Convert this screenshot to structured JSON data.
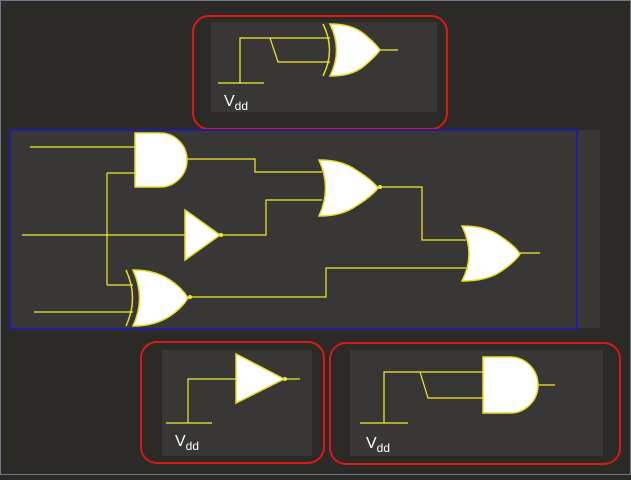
{
  "labels": {
    "vdd_main": "V",
    "vdd_sub": "dd"
  },
  "colors": {
    "background": "#2b2a26",
    "panel": "#383735",
    "wire": "#f4e832",
    "gate_fill": "#ffffff",
    "gate_stroke": "#e8dc2a",
    "highlight_red": "#d81a1a",
    "highlight_blue": "#1e1ea0",
    "text": "#ffffff"
  },
  "gates": {
    "main_circuit": [
      "and-gate",
      "buffer-gate",
      "xor-gate",
      "or-gate",
      "or-gate"
    ],
    "top_example": [
      "xor-gate"
    ],
    "bottom_left_example": [
      "buffer-gate"
    ],
    "bottom_right_example": [
      "and-gate"
    ]
  }
}
